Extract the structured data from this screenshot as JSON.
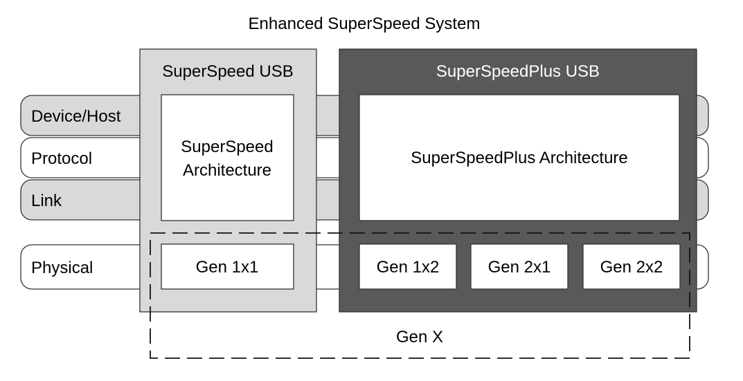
{
  "title": "Enhanced SuperSpeed System",
  "layers": {
    "device_host": "Device/Host",
    "protocol": "Protocol",
    "link": "Link",
    "physical": "Physical"
  },
  "superspeed": {
    "header": "SuperSpeed USB",
    "architecture_line1": "SuperSpeed",
    "architecture_line2": "Architecture",
    "gen_1x1": "Gen 1x1"
  },
  "superspeedplus": {
    "header": "SuperSpeedPlus USB",
    "architecture": "SuperSpeedPlus Architecture",
    "gen_1x2": "Gen 1x2",
    "gen_2x1": "Gen 2x1",
    "gen_2x2": "Gen 2x2"
  },
  "gen_x": "Gen X",
  "colors": {
    "layer_light": "#d9d9d9",
    "layer_white": "#ffffff",
    "superspeed_panel": "#d9d9d9",
    "superspeedplus_panel": "#595959",
    "superspeedplus_header_text": "#ffffff",
    "outline": "#333333"
  }
}
